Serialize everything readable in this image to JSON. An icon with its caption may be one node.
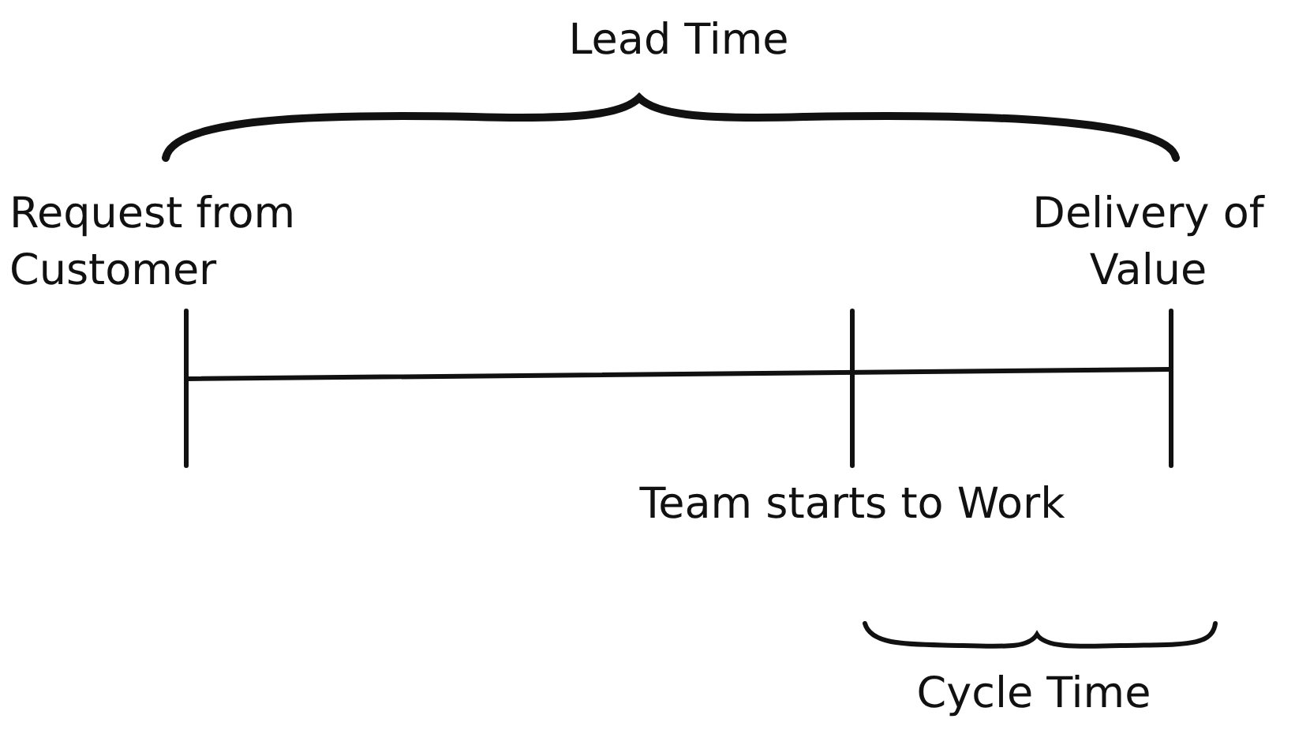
{
  "diagram": {
    "labels": [
      "Lead Time",
      "Request from Customer",
      "Delivery of Value",
      "Team starts to Work",
      "Cycle Time"
    ]
  }
}
